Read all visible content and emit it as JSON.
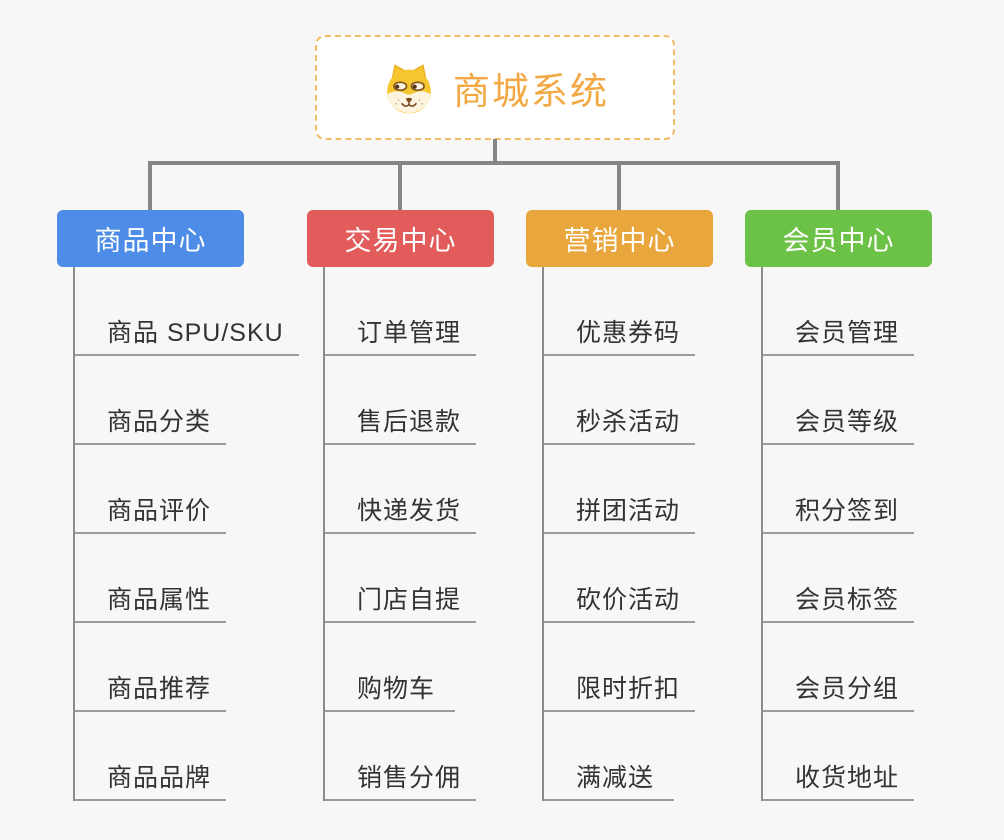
{
  "root": {
    "title": "商城系统",
    "icon": "dog-face-icon",
    "title_color": "#F2A843",
    "border_color": "#F2BD66"
  },
  "connector_color": "#868686",
  "underline_color": "#9B9B9B",
  "background_color": "#F7F7F7",
  "branches": [
    {
      "label": "商品中心",
      "color": "#4D8DE8",
      "children": [
        "商品 SPU/SKU",
        "商品分类",
        "商品评价",
        "商品属性",
        "商品推荐",
        "商品品牌"
      ]
    },
    {
      "label": "交易中心",
      "color": "#E25C5C",
      "children": [
        "订单管理",
        "售后退款",
        "快递发货",
        "门店自提",
        "购物车",
        "销售分佣"
      ]
    },
    {
      "label": "营销中心",
      "color": "#E9A63C",
      "children": [
        "优惠券码",
        "秒杀活动",
        "拼团活动",
        "砍价活动",
        "限时折扣",
        "满减送"
      ]
    },
    {
      "label": "会员中心",
      "color": "#6CC247",
      "children": [
        "会员管理",
        "会员等级",
        "积分签到",
        "会员标签",
        "会员分组",
        "收货地址"
      ]
    }
  ]
}
